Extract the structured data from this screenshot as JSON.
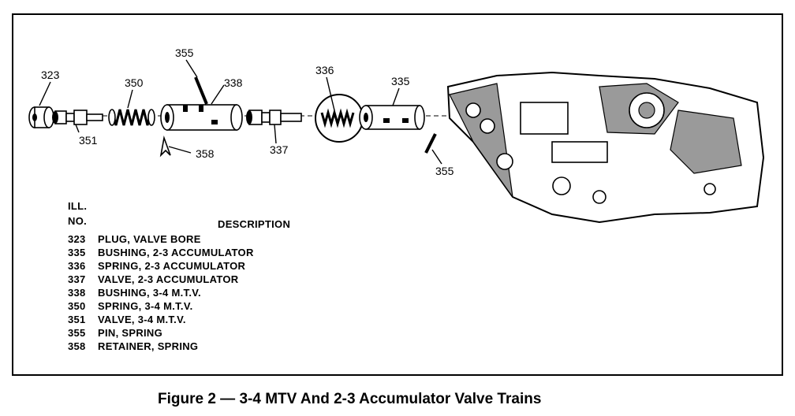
{
  "callouts": {
    "c323": "323",
    "c350": "350",
    "c351": "351",
    "c355a": "355",
    "c338": "338",
    "c358": "358",
    "c337": "337",
    "c336": "336",
    "c335": "335",
    "c355b": "355"
  },
  "legend": {
    "col1_header_line1": "ILL.",
    "col1_header_line2": "NO.",
    "col2_header": "DESCRIPTION",
    "rows": [
      {
        "num": "323",
        "desc": "PLUG, VALVE BORE"
      },
      {
        "num": "335",
        "desc": "BUSHING, 2-3 ACCUMULATOR"
      },
      {
        "num": "336",
        "desc": "SPRING, 2-3 ACCUMULATOR"
      },
      {
        "num": "337",
        "desc": "VALVE, 2-3 ACCUMULATOR"
      },
      {
        "num": "338",
        "desc": "BUSHING, 3-4 M.T.V."
      },
      {
        "num": "350",
        "desc": "SPRING, 3-4 M.T.V."
      },
      {
        "num": "351",
        "desc": "VALVE, 3-4 M.T.V."
      },
      {
        "num": "355",
        "desc": "PIN, SPRING"
      },
      {
        "num": "358",
        "desc": "RETAINER, SPRING"
      }
    ]
  },
  "caption": "Figure 2 — 3-4 MTV And 2-3 Accumulator Valve Trains"
}
